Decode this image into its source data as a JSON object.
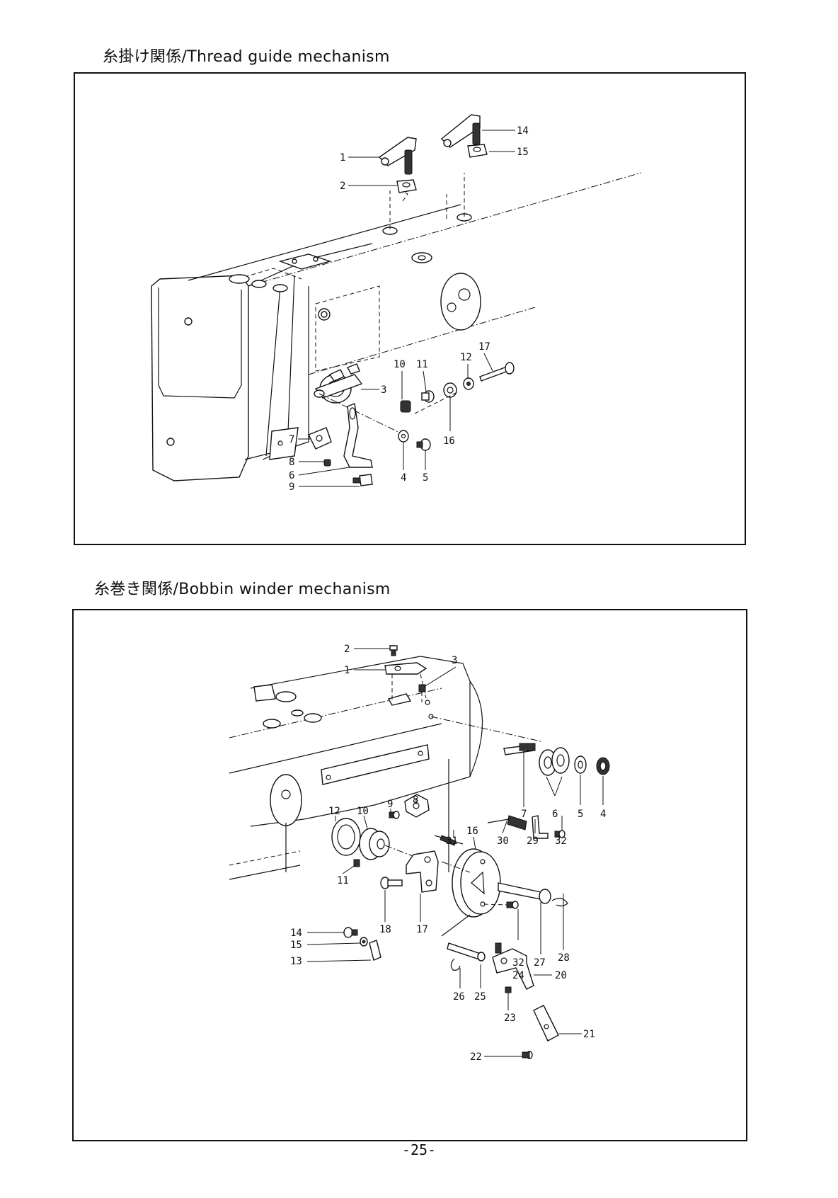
{
  "sections": [
    {
      "heading": "糸掛け関係/Thread guide mechanism",
      "callouts": [
        "1",
        "2",
        "3",
        "4",
        "5",
        "6",
        "7",
        "8",
        "9",
        "10",
        "11",
        "12",
        "14",
        "15",
        "16",
        "17"
      ]
    },
    {
      "heading": "糸巻き関係/Bobbin winder mechanism",
      "callouts": [
        "1",
        "2",
        "3",
        "4",
        "5",
        "6",
        "7",
        "8",
        "9",
        "10",
        "11",
        "12",
        "13",
        "14",
        "15",
        "16",
        "17",
        "18",
        "20",
        "21",
        "22",
        "23",
        "24",
        "25",
        "26",
        "27",
        "28",
        "29",
        "30",
        "31",
        "32",
        "32"
      ]
    }
  ],
  "page_number": "-25-"
}
